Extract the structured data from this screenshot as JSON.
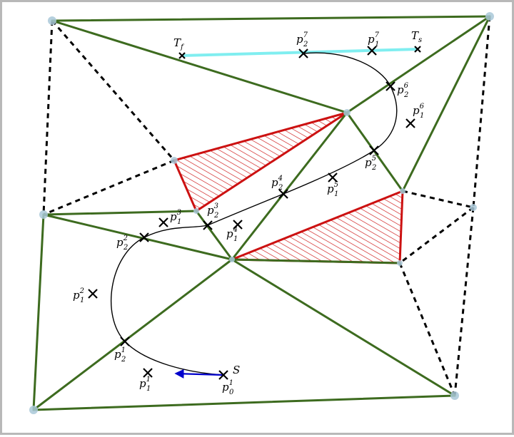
{
  "colors": {
    "edge": "#3d6b1f",
    "dashed": "#000000",
    "obstacle": "#cc1111",
    "vertex": "#a9c8d8",
    "target_segment": "#80eef0",
    "arrow": "#0000cc",
    "cross": "#000000"
  },
  "labels": {
    "T_f": {
      "base": "T",
      "sub": "f"
    },
    "T_s": {
      "base": "T",
      "sub": "s"
    },
    "S": {
      "base": "S"
    },
    "p0_1": {
      "base": "p",
      "sub": "0",
      "sup": "1"
    },
    "p1_1": {
      "base": "p",
      "sub": "1",
      "sup": "1"
    },
    "p2_1": {
      "base": "p",
      "sub": "2",
      "sup": "1"
    },
    "p1_2": {
      "base": "p",
      "sub": "1",
      "sup": "2"
    },
    "p2_2": {
      "base": "p",
      "sub": "2",
      "sup": "2"
    },
    "p1_3": {
      "base": "p",
      "sub": "1",
      "sup": "3"
    },
    "p2_3": {
      "base": "p",
      "sub": "2",
      "sup": "3"
    },
    "p1_4": {
      "base": "p",
      "sub": "1",
      "sup": "4"
    },
    "p2_4": {
      "base": "p",
      "sub": "2",
      "sup": "4"
    },
    "p1_5": {
      "base": "p",
      "sub": "1",
      "sup": "5"
    },
    "p2_5": {
      "base": "p",
      "sub": "2",
      "sup": "5"
    },
    "p1_6": {
      "base": "p",
      "sub": "1",
      "sup": "6"
    },
    "p2_6": {
      "base": "p",
      "sub": "2",
      "sup": "6"
    },
    "p1_7": {
      "base": "p",
      "sub": "1",
      "sup": "7"
    },
    "p2_7": {
      "base": "p",
      "sub": "2",
      "sup": "7"
    }
  }
}
